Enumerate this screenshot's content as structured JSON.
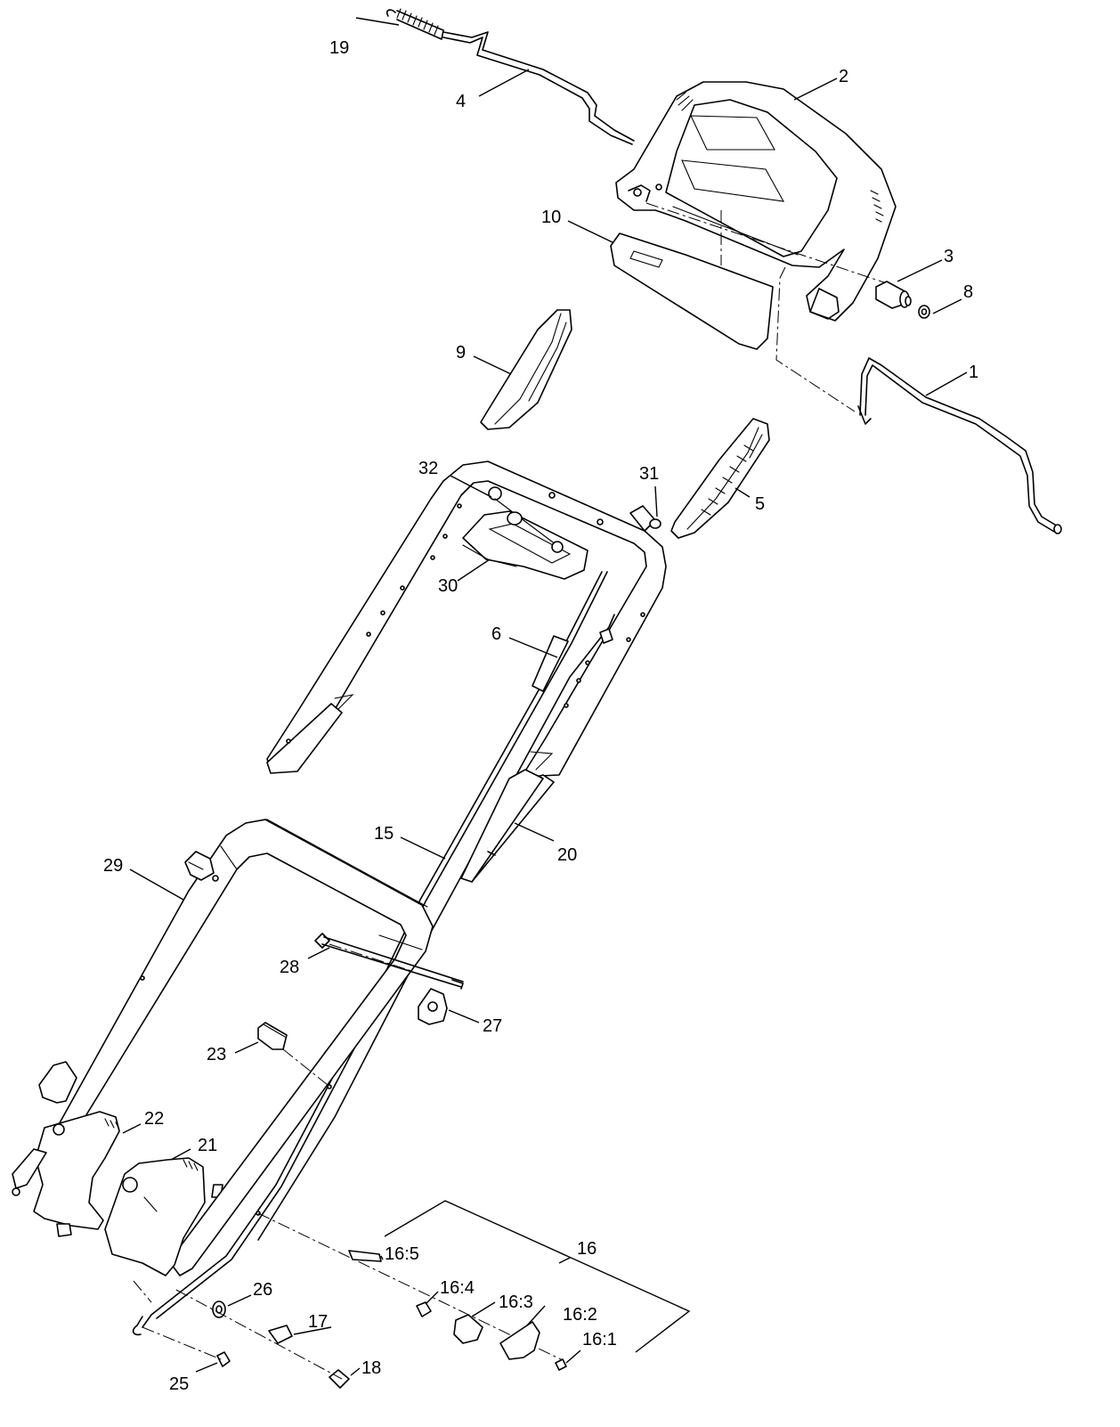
{
  "callouts": {
    "c1": "1",
    "c2": "2",
    "c3": "3",
    "c4": "4",
    "c5": "5",
    "c6": "6",
    "c8": "8",
    "c9": "9",
    "c10": "10",
    "c15": "15",
    "c16": "16",
    "c16_1": "16:1",
    "c16_2": "16:2",
    "c16_3": "16:3",
    "c16_4": "16:4",
    "c16_5": "16:5",
    "c17": "17",
    "c18": "18",
    "c19": "19",
    "c20": "20",
    "c21": "21",
    "c22": "22",
    "c23": "23",
    "c25": "25",
    "c26": "26",
    "c27": "27",
    "c28": "28",
    "c29": "29",
    "c30": "30",
    "c31": "31",
    "c32": "32"
  }
}
